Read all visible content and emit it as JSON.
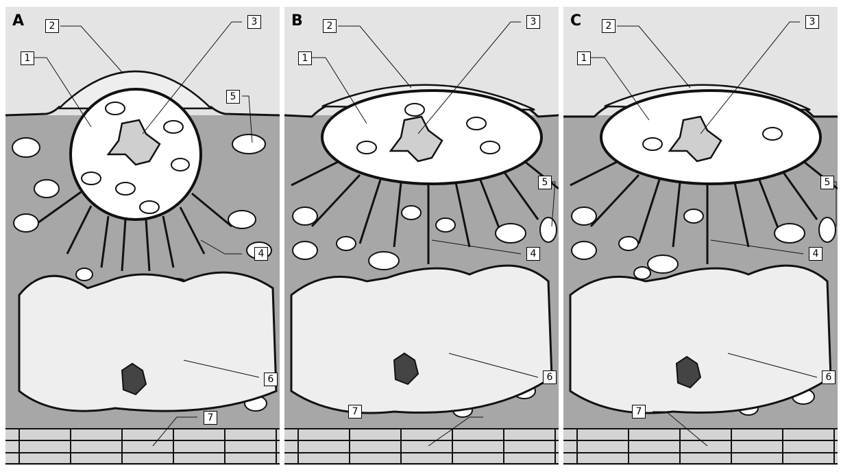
{
  "panels": [
    {
      "letter": "A",
      "callouts": {
        "1": "1",
        "2": "2",
        "3": "3",
        "4": "4",
        "5": "5",
        "6": "6",
        "7": "7"
      }
    },
    {
      "letter": "B",
      "callouts": {
        "1": "1",
        "2": "2",
        "3": "3",
        "4": "4",
        "5": "5",
        "6": "6",
        "7": "7"
      }
    },
    {
      "letter": "C",
      "callouts": {
        "1": "1",
        "2": "2",
        "3": "3",
        "4": "4",
        "5": "5",
        "6": "6",
        "7": "7"
      }
    }
  ],
  "colors": {
    "top_layer": "#e4e4e4",
    "cytoplasm": "#a7a7a7",
    "membrane": "#111111",
    "vesicle_fill": "#ffffff"
  }
}
